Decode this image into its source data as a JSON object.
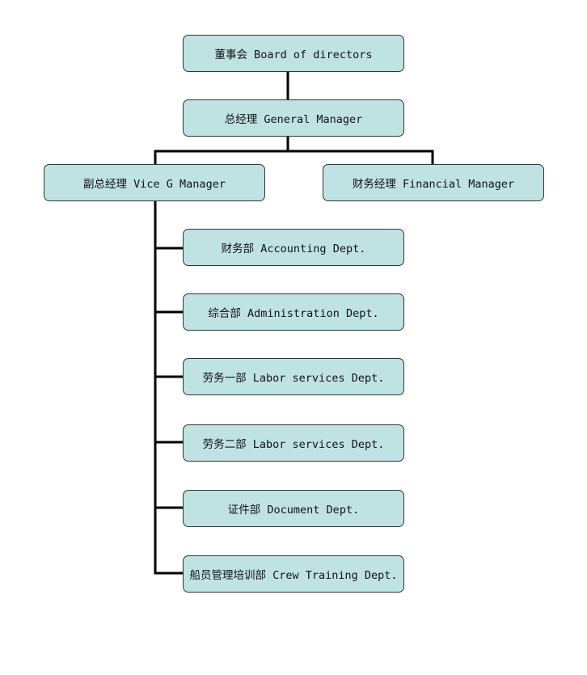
{
  "org_chart": {
    "board": "董事会 Board of directors",
    "general_manager": "总经理 General Manager",
    "vice_general_manager": "副总经理 Vice G Manager",
    "financial_manager": "财务经理 Financial Manager",
    "departments": [
      "财务部 Accounting Dept.",
      "综合部 Administration Dept.",
      "劳务一部 Labor services Dept.",
      "劳务二部 Labor services Dept.",
      "证件部 Document Dept.",
      "船员管理培训部 Crew Training Dept."
    ]
  },
  "colors": {
    "box_fill": "#bfe3e3",
    "box_border": "#333333",
    "connector": "#000000"
  }
}
